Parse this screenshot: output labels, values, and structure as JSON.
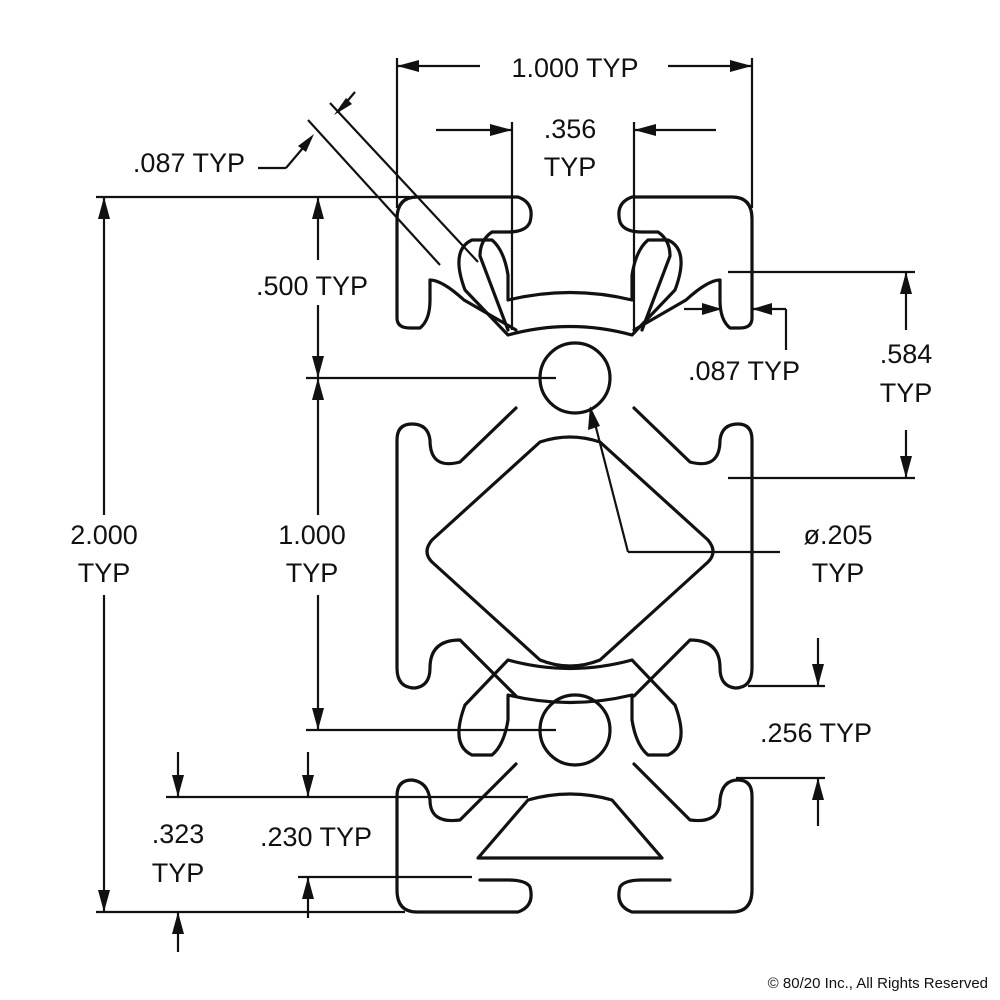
{
  "diagram": {
    "profile_name": "",
    "dimensions": {
      "overall_width": "1.000 TYP",
      "slot_opening": ".356",
      "slot_opening_suffix": "TYP",
      "wall_diag": ".087 TYP",
      "top_to_hole": ".500 TYP",
      "slot_wall": ".087 TYP",
      "slot_span_line1": ".584",
      "slot_span_line2": "TYP",
      "overall_height_line1": "2.000",
      "overall_height_line2": "TYP",
      "hole_pitch_line1": "1.000",
      "hole_pitch_line2": "TYP",
      "hole_dia_line1": "ø.205",
      "hole_dia_line2": "TYP",
      "slot_depth": ".256 TYP",
      "lip_line1": ".323",
      "lip_line2": "TYP",
      "lip_inner": ".230 TYP"
    },
    "copyright": "© 80/20 Inc., All Rights Reserved"
  }
}
